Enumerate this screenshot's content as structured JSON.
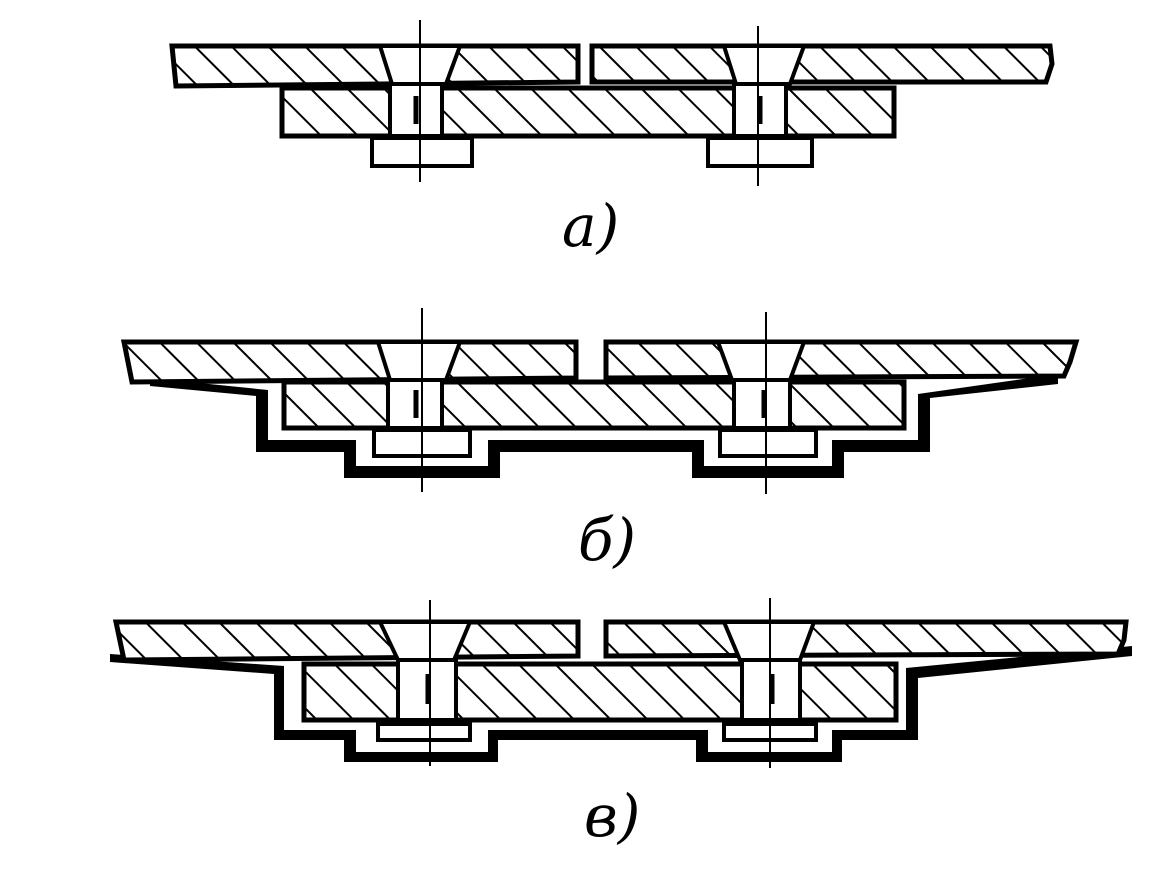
{
  "captions": {
    "a": "a)",
    "b": "б)",
    "c": "в)"
  },
  "colors": {
    "ink": "#000000",
    "paper": "#ffffff"
  }
}
